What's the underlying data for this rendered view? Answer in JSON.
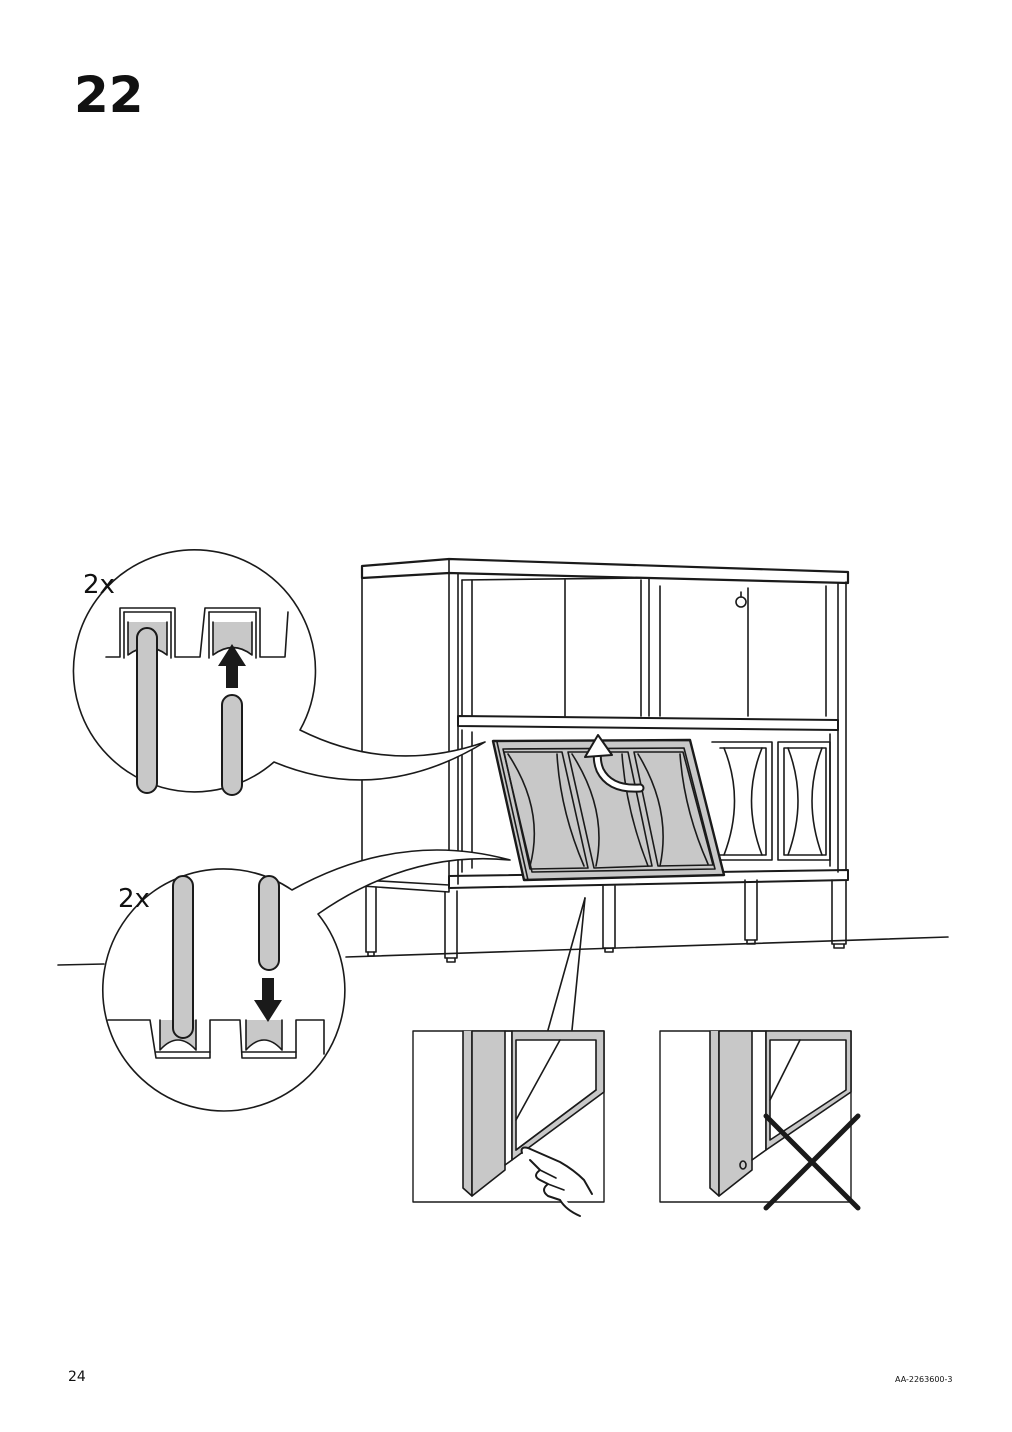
{
  "page": {
    "step_number": "22",
    "page_number": "24",
    "document_code": "AA-2263600-3"
  },
  "details": {
    "top_callout_quantity": "2x",
    "bottom_callout_quantity": "2x"
  },
  "colors": {
    "line": "#1a1a1a",
    "panel_fill": "#c8c8c8",
    "background": "#ffffff"
  },
  "icons": [
    "arrow-up-icon",
    "arrow-down-icon",
    "curved-arrow-icon",
    "pointing-hand-icon",
    "cross-mark-icon"
  ]
}
